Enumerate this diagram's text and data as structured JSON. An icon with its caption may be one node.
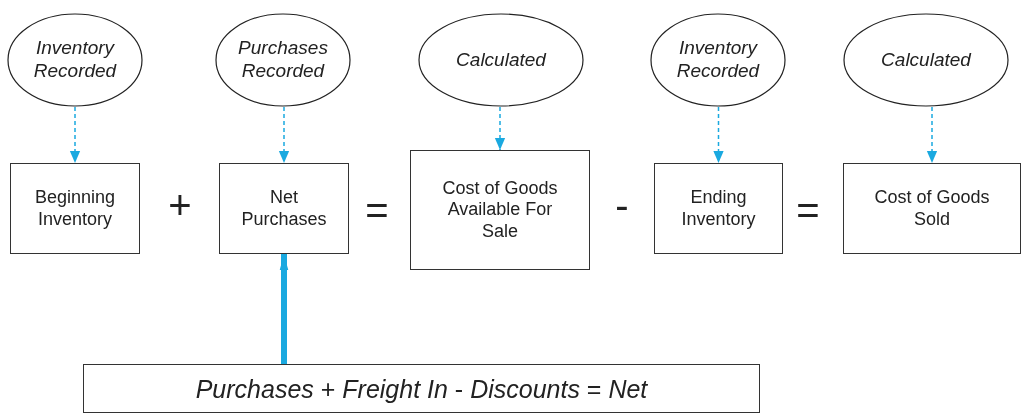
{
  "diagram": {
    "nodes": [
      {
        "text": [
          "Inventory Recorded"
        ]
      },
      {
        "text": [
          "Purchases Recorded"
        ]
      },
      {
        "text": [
          "Calculated"
        ]
      },
      {
        "text": [
          "Inventory Recorded"
        ]
      },
      {
        "text": [
          "Calculated"
        ]
      },
      {
        "text": [
          "Beginning Inventory"
        ]
      },
      {
        "text": [
          "Net Purchases"
        ]
      },
      {
        "text": [
          "Cost of Goods Available For Sale"
        ]
      },
      {
        "text": [
          "Ending Inventory"
        ]
      },
      {
        "text": [
          "Cost of Goods Sold"
        ]
      },
      {
        "text": [
          "*Purchases* + *Freight In* - *Discounts* = *Net*"
        ]
      }
    ],
    "edges": [
      {
        "from": 0,
        "to": 5,
        "arrow": "to",
        "style": "dashed"
      },
      {
        "from": 1,
        "to": 6,
        "arrow": "to",
        "style": "dashed"
      },
      {
        "from": 2,
        "to": 7,
        "arrow": "to",
        "style": "dashed"
      },
      {
        "from": 3,
        "to": 8,
        "arrow": "to",
        "style": "dashed"
      },
      {
        "from": 4,
        "to": 9,
        "arrow": "to",
        "style": "dashed"
      },
      {
        "from": 10,
        "to": 6,
        "arrow": "to",
        "style": "thick"
      }
    ],
    "labels": [
      "+",
      "=",
      "-",
      "="
    ]
  }
}
